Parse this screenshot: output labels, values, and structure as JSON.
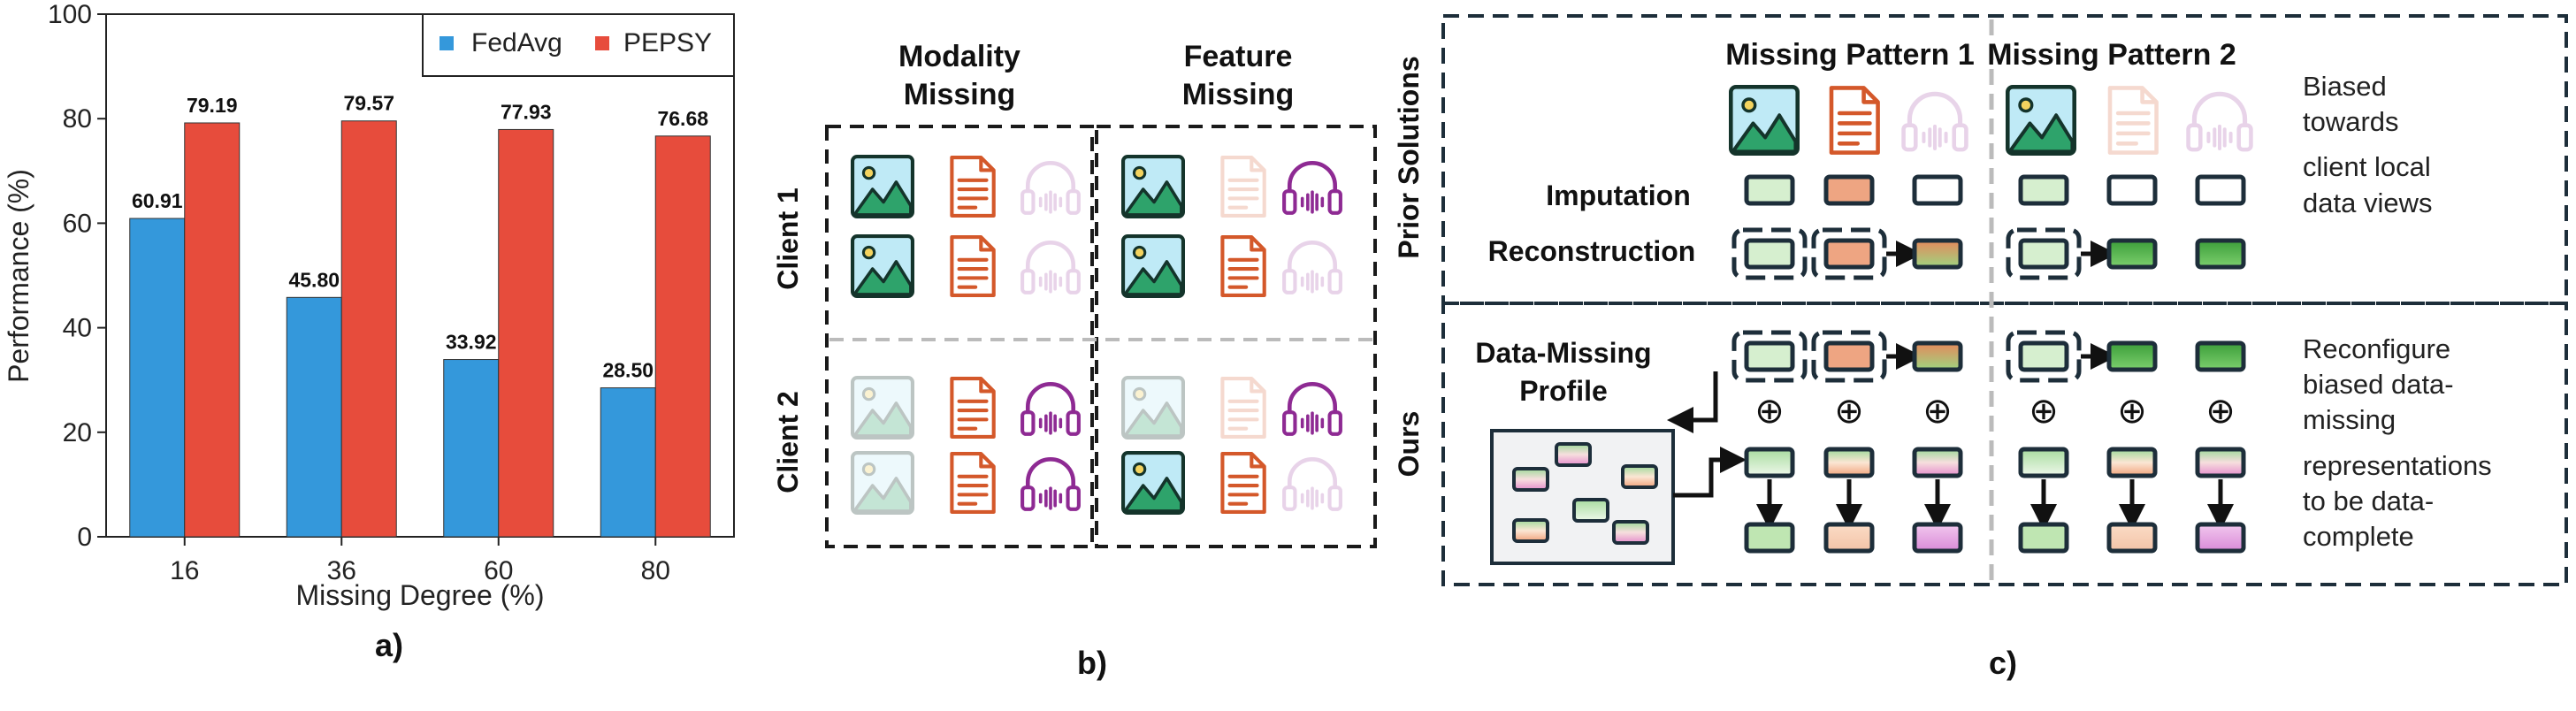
{
  "chart_data": {
    "type": "bar",
    "categories": [
      "16",
      "36",
      "60",
      "80"
    ],
    "series": [
      {
        "name": "FedAvg",
        "values": [
          60.91,
          45.8,
          33.92,
          28.5
        ],
        "labels": [
          "60.91",
          "45.80",
          "33.92",
          "28.50"
        ],
        "color": "#3498db"
      },
      {
        "name": "PEPSY",
        "values": [
          79.19,
          79.57,
          77.93,
          76.68
        ],
        "labels": [
          "79.19",
          "79.57",
          "77.93",
          "76.68"
        ],
        "color": "#e74c3c"
      }
    ],
    "xlabel": "Missing Degree (%)",
    "ylabel": "Performance (%)",
    "ylim": [
      0,
      100
    ],
    "yticks": [
      "0",
      "20",
      "40",
      "60",
      "80",
      "100"
    ],
    "legend_position": "top-right"
  },
  "panel_labels": {
    "a": "a)",
    "b": "b)",
    "c": "c)"
  },
  "panel_b": {
    "col_modality": [
      "Modality",
      "Missing"
    ],
    "col_feature": [
      "Feature",
      "Missing"
    ],
    "client1": "Client 1",
    "client2": "Client 2"
  },
  "panel_c": {
    "pattern1": "Missing Pattern 1",
    "pattern2": "Missing Pattern 2",
    "prior": "Prior Solutions",
    "ours": "Ours",
    "imputation": "Imputation",
    "reconstruction": "Reconstruction",
    "profile": [
      "Data-Missing",
      "Profile"
    ],
    "prior_note": [
      "Biased",
      "towards",
      "client   local",
      "data views"
    ],
    "ours_note": [
      "Reconfigure",
      "biased data-",
      "missing",
      "representations",
      "to be data-",
      "complete"
    ],
    "plus": "⊕"
  },
  "colors": {
    "green": "#2ea36b",
    "orange": "#d4582a",
    "purple": "#8e2a93",
    "dark": "#1d2e3a"
  }
}
